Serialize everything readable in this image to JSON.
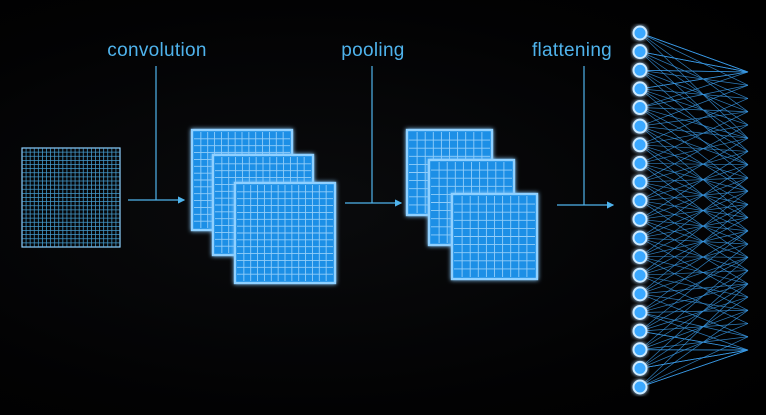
{
  "stages": [
    {
      "key": "convolution",
      "label": "convolution"
    },
    {
      "key": "pooling",
      "label": "pooling"
    },
    {
      "key": "flattening",
      "label": "flattening"
    }
  ],
  "input_grid_cells": 24,
  "conv_maps": {
    "count": 3,
    "grid_cells": 14
  },
  "pool_maps": {
    "count": 3,
    "grid_cells": 10
  },
  "flatten_nodes": 20,
  "colors": {
    "background": "#000000",
    "accent": "#4fb3ec",
    "map_fill": "#1b8fe6",
    "map_border": "#8fd0ff",
    "map_grid": "#b9e1ff",
    "node_fill": "#3aa8ff",
    "node_border": "#cdeaff",
    "edge": "#3a9ae6"
  }
}
